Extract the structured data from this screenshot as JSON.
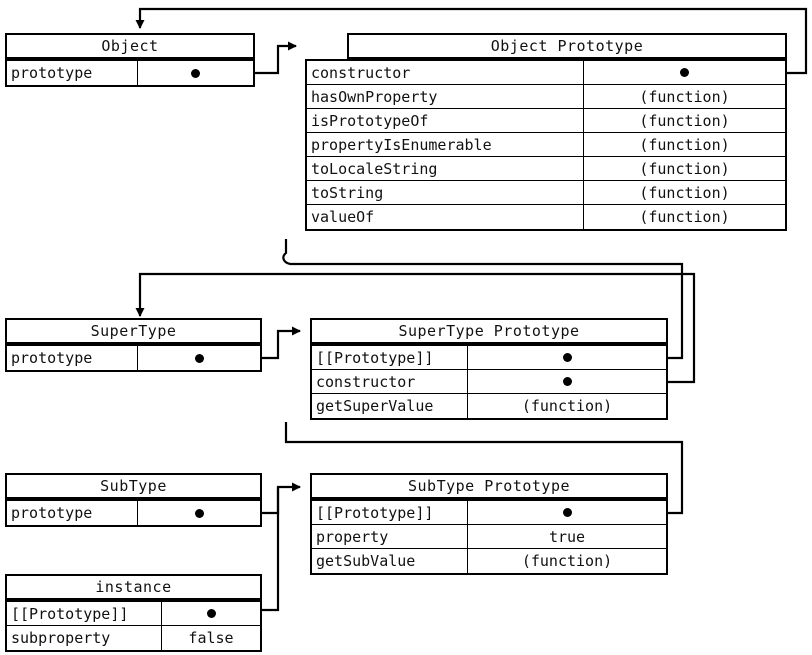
{
  "diagram": {
    "title": "JavaScript prototype chain diagram",
    "line_color": "#000000",
    "box_border_color": "#000000",
    "background": "#ffffff"
  },
  "boxes": {
    "object": {
      "header": "Object",
      "rows": [
        {
          "key": "prototype",
          "value": "",
          "value_kind": "pointer-dot"
        }
      ]
    },
    "object_prototype": {
      "header": "Object Prototype",
      "rows": [
        {
          "key": "constructor",
          "value": "",
          "value_kind": "pointer-dot"
        },
        {
          "key": "hasOwnProperty",
          "value": "(function)",
          "value_kind": "text"
        },
        {
          "key": "isPrototypeOf",
          "value": "(function)",
          "value_kind": "text"
        },
        {
          "key": "propertyIsEnumerable",
          "value": "(function)",
          "value_kind": "text"
        },
        {
          "key": "toLocaleString",
          "value": "(function)",
          "value_kind": "text"
        },
        {
          "key": "toString",
          "value": "(function)",
          "value_kind": "text"
        },
        {
          "key": "valueOf",
          "value": "(function)",
          "value_kind": "text"
        }
      ]
    },
    "supertype": {
      "header": "SuperType",
      "rows": [
        {
          "key": "prototype",
          "value": "",
          "value_kind": "pointer-dot"
        }
      ]
    },
    "supertype_prototype": {
      "header": "SuperType Prototype",
      "rows": [
        {
          "key": "[[Prototype]]",
          "value": "",
          "value_kind": "pointer-dot"
        },
        {
          "key": "constructor",
          "value": "",
          "value_kind": "pointer-dot"
        },
        {
          "key": "getSuperValue",
          "value": "(function)",
          "value_kind": "text"
        }
      ]
    },
    "subtype": {
      "header": "SubType",
      "rows": [
        {
          "key": "prototype",
          "value": "",
          "value_kind": "pointer-dot"
        }
      ]
    },
    "subtype_prototype": {
      "header": "SubType Prototype",
      "rows": [
        {
          "key": "[[Prototype]]",
          "value": "",
          "value_kind": "pointer-dot"
        },
        {
          "key": "property",
          "value": "true",
          "value_kind": "text"
        },
        {
          "key": "getSubValue",
          "value": "(function)",
          "value_kind": "text"
        }
      ]
    },
    "instance": {
      "header": "instance",
      "rows": [
        {
          "key": "[[Prototype]]",
          "value": "",
          "value_kind": "pointer-dot"
        },
        {
          "key": "subproperty",
          "value": "false",
          "value_kind": "text"
        }
      ]
    }
  },
  "connections": [
    {
      "from": "object.prototype",
      "to": "object_prototype.header"
    },
    {
      "from": "object_prototype.constructor",
      "to": "object.header"
    },
    {
      "from": "supertype.prototype",
      "to": "supertype_prototype.header"
    },
    {
      "from": "supertype_prototype.[[Prototype]]",
      "to": "object_prototype.body"
    },
    {
      "from": "supertype_prototype.constructor",
      "to": "supertype.header"
    },
    {
      "from": "subtype.prototype",
      "to": "subtype_prototype.header"
    },
    {
      "from": "subtype_prototype.[[Prototype]]",
      "to": "supertype_prototype.body"
    },
    {
      "from": "instance.[[Prototype]]",
      "to": "subtype_prototype.header"
    }
  ]
}
